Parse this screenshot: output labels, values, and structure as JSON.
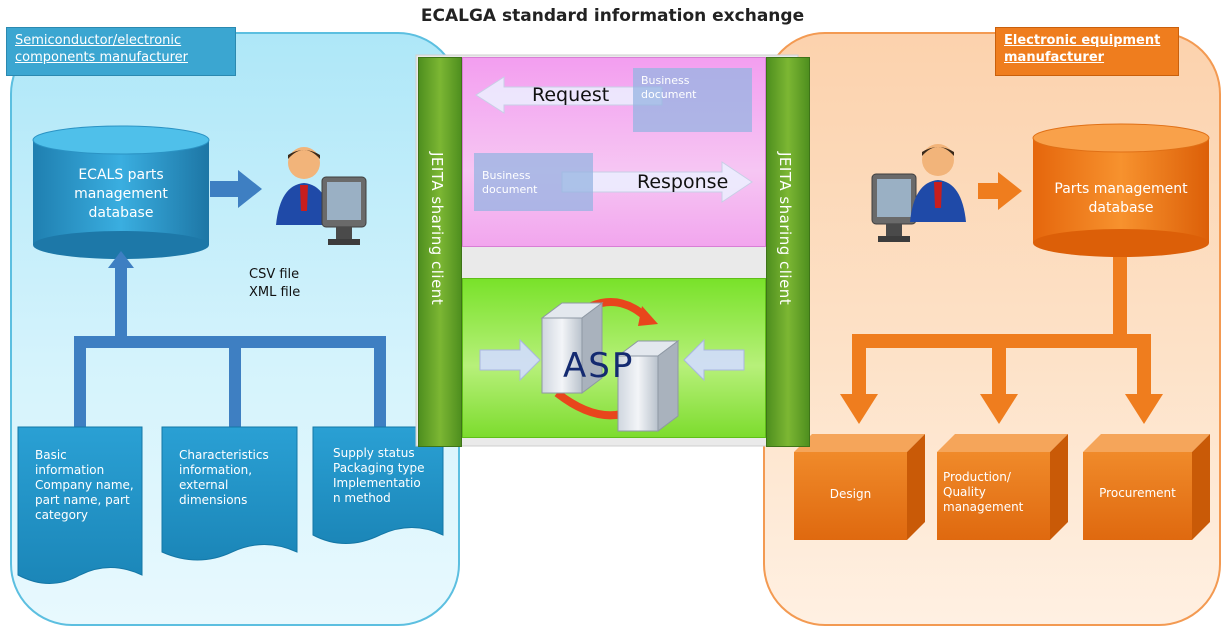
{
  "title": "ECALGA standard information exchange",
  "left": {
    "tag": "Semiconductor/electronic components manufacturer",
    "database": "ECALS parts management database",
    "files": [
      "CSV file",
      "XML file"
    ],
    "documents": [
      {
        "text": "Basic information Company name, part name, part category"
      },
      {
        "text": "Characteristics information, external dimensions"
      },
      {
        "text": "Supply status Packaging type Implementatio n method"
      }
    ]
  },
  "center": {
    "client_label": "JEITA sharing client",
    "request_label": "Request",
    "response_label": "Response",
    "business_document": "Business document",
    "asp_label": "ASP"
  },
  "right": {
    "tag": "Electronic equipment manufacturer",
    "database": "Parts management database",
    "outputs": [
      "Design",
      "Production/ Quality management",
      "Procurement"
    ]
  },
  "colors": {
    "left_accent": "#3ba6d1",
    "right_accent": "#ef7d1e",
    "band": "#6aa82c",
    "pink": "#f3b2f0",
    "green": "#9be858"
  },
  "icons": [
    "person-at-computer-icon",
    "server-icon",
    "arrow-icon"
  ]
}
